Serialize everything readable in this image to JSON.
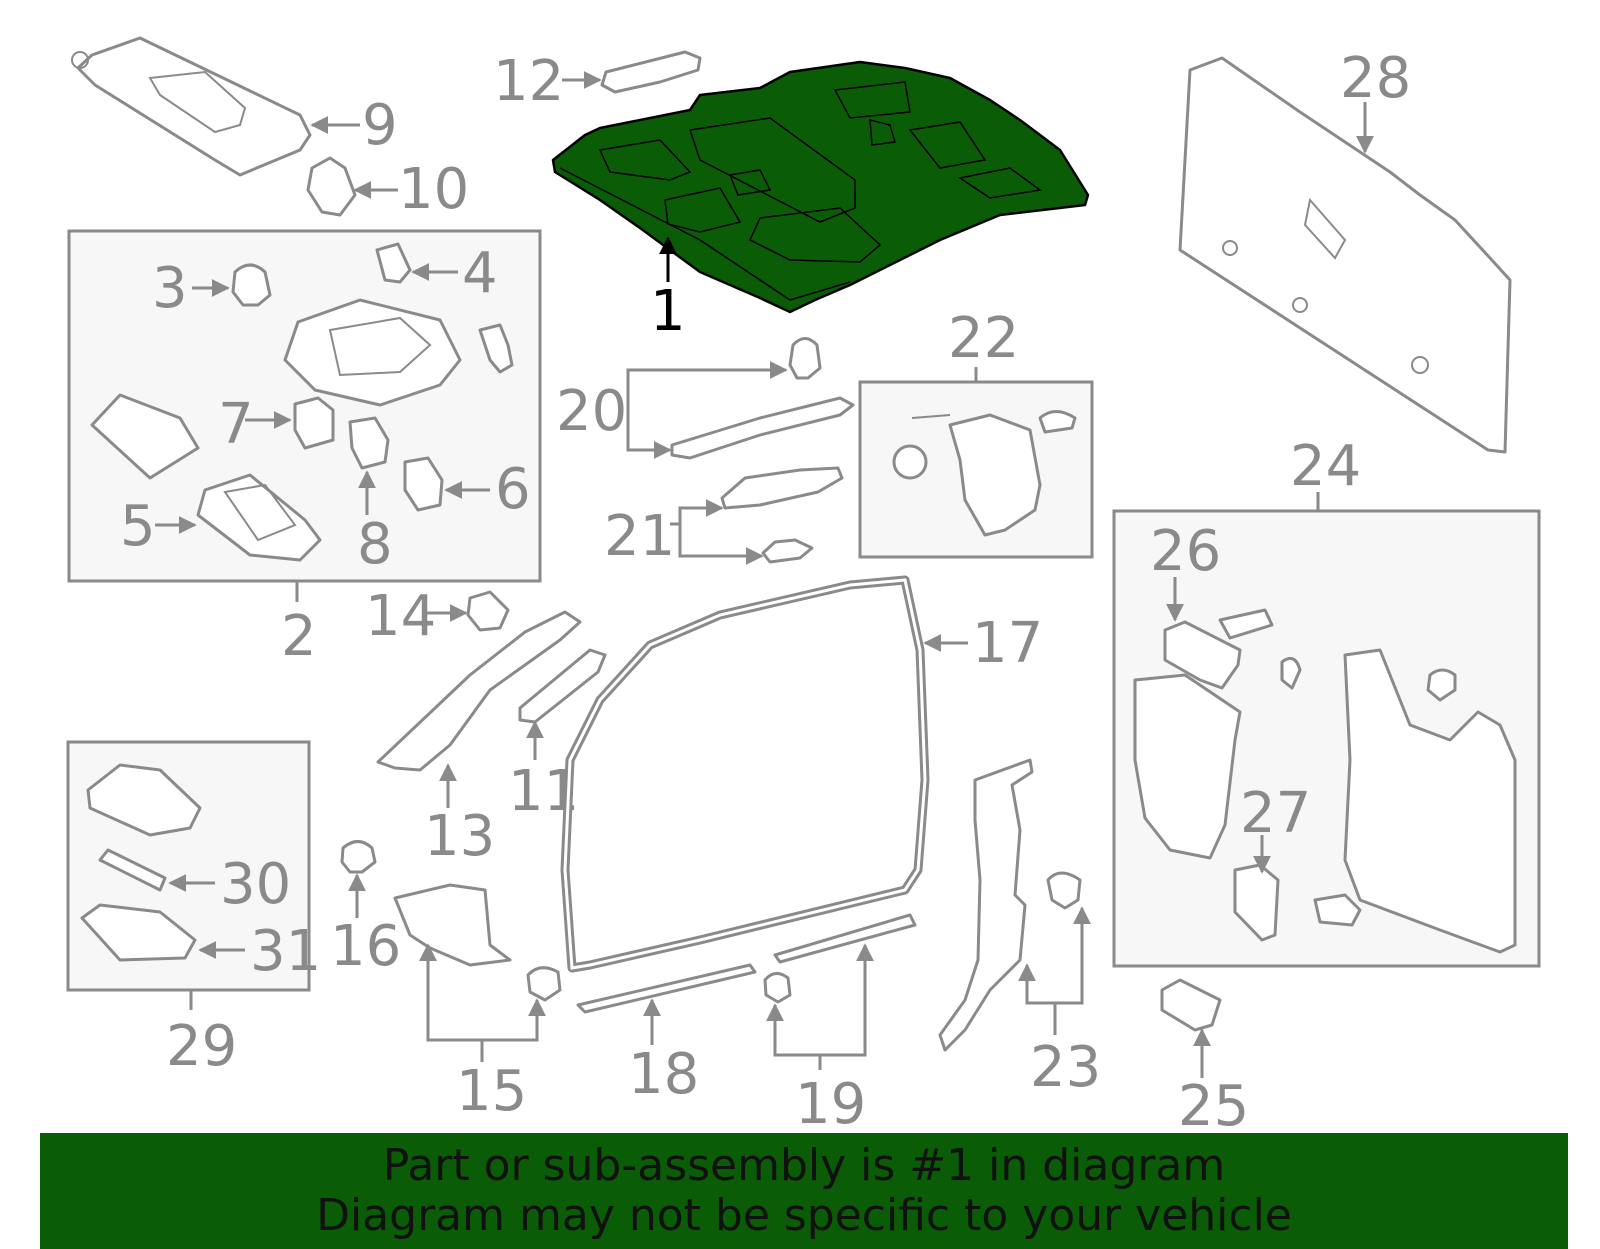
{
  "highlight_color": "#0b5c07",
  "line_color": "#8a8a8a",
  "banner": {
    "line1": "Part or sub-assembly is #1 in diagram",
    "line2": "Diagram may not be specific to your vehicle"
  },
  "callouts": {
    "c1": "1",
    "c2": "2",
    "c3": "3",
    "c4": "4",
    "c5": "5",
    "c6": "6",
    "c7": "7",
    "c8": "8",
    "c9": "9",
    "c10": "10",
    "c11": "11",
    "c12": "12",
    "c13": "13",
    "c14": "14",
    "c15": "15",
    "c16": "16",
    "c17": "17",
    "c18": "18",
    "c19": "19",
    "c20": "20",
    "c21": "21",
    "c22": "22",
    "c23": "23",
    "c24": "24",
    "c25": "25",
    "c26": "26",
    "c27": "27",
    "c28": "28",
    "c29": "29",
    "c30": "30",
    "c31": "31"
  }
}
